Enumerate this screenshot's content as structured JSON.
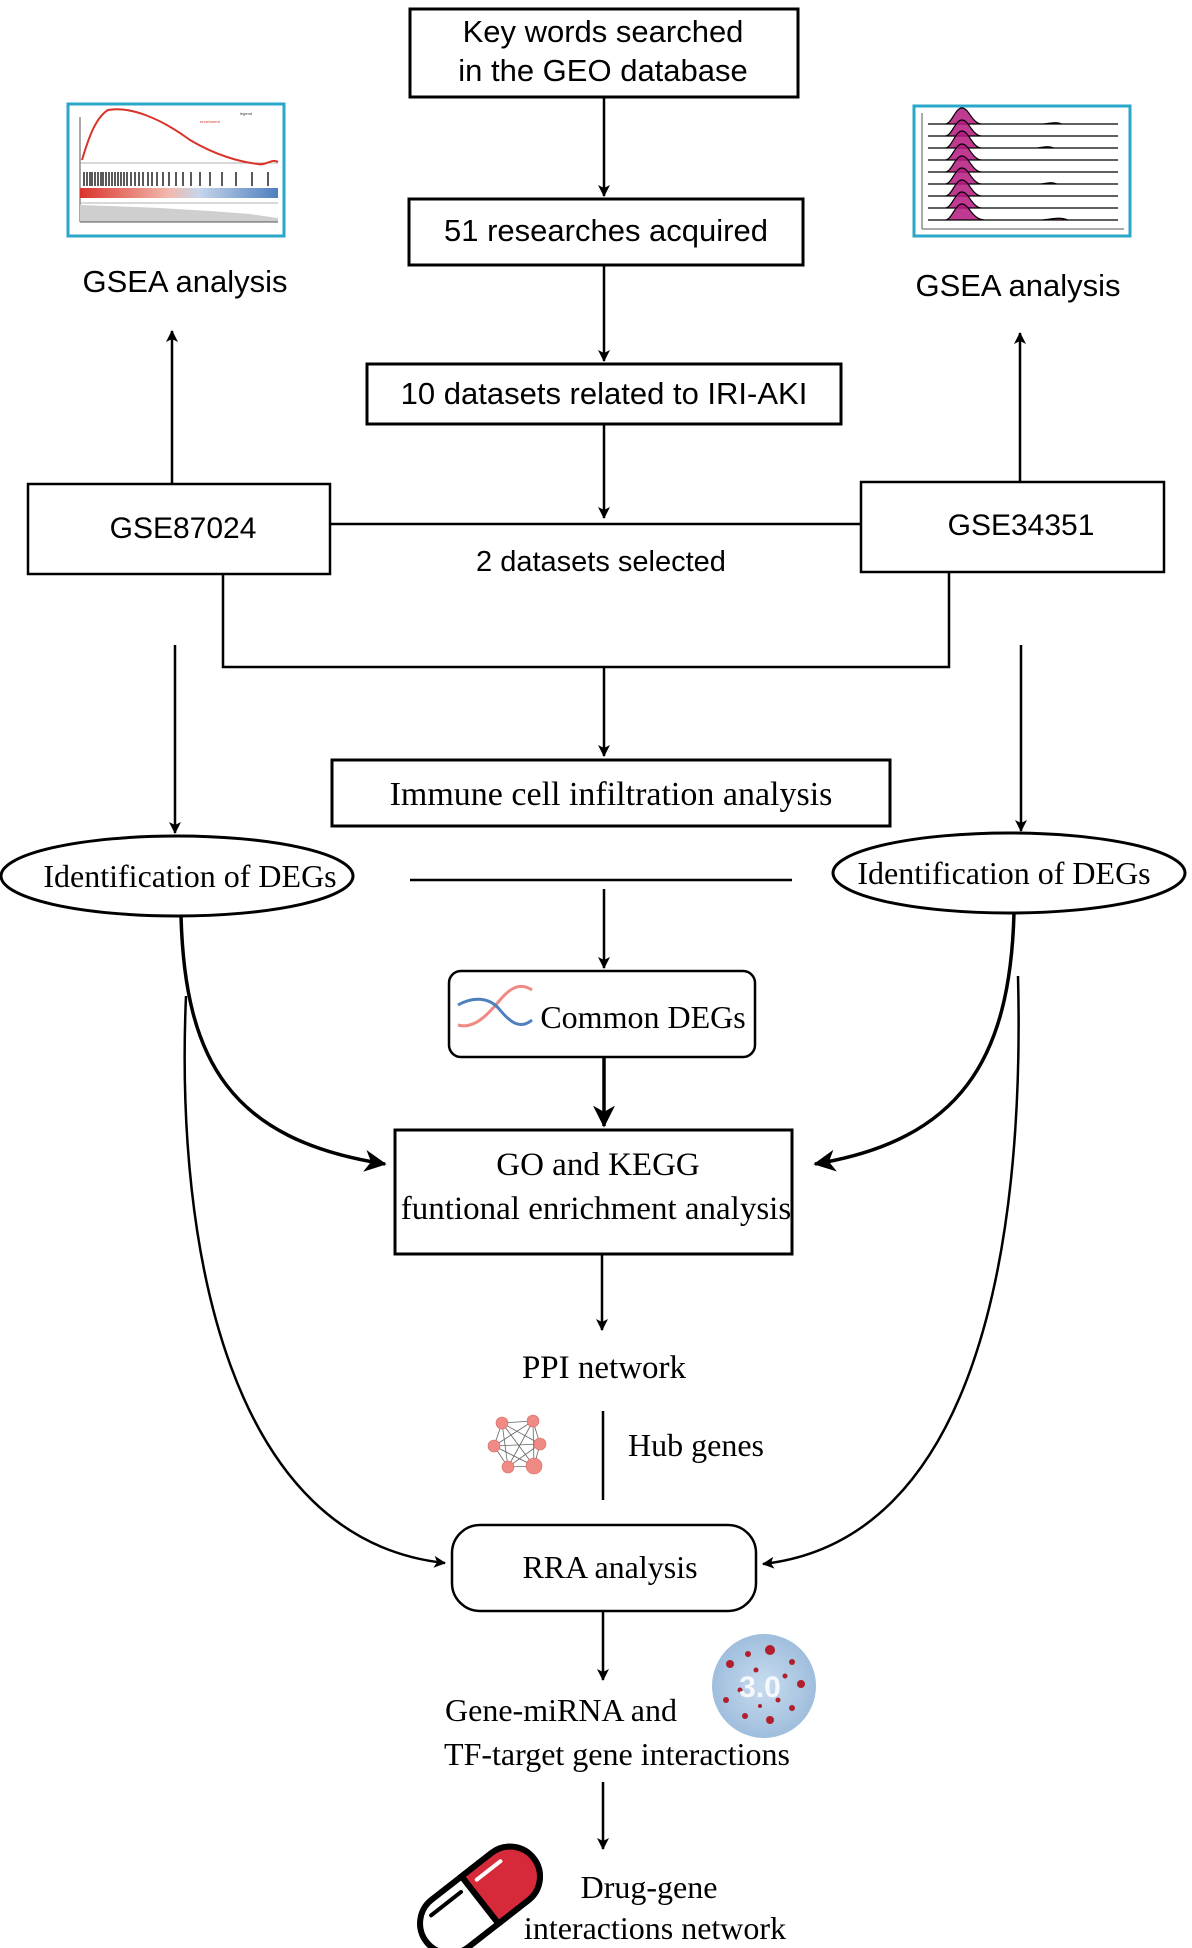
{
  "nodes": {
    "geo_search": {
      "line1": "Key words searched",
      "line2": "in the GEO database"
    },
    "researches": "51 researches acquired",
    "datasets": "10 datasets related to IRI-AKI",
    "gse_left": "GSE87024",
    "gse_right": "GSE34351",
    "selected": "2 datasets  selected",
    "gsea_left": "GSEA analysis",
    "gsea_right": "GSEA analysis",
    "immune": "Immune cell infiltration analysis",
    "deg_left": "Identification of DEGs",
    "deg_right": "Identification of DEGs",
    "common_degs": "Common DEGs",
    "go_kegg": {
      "line1": "GO and  KEGG",
      "line2": "funtional enrichment analysis"
    },
    "ppi": "PPI  network",
    "hub_genes": "Hub genes",
    "rra": "RRA analysis",
    "gene_mirna": {
      "line1": "Gene-miRNA and",
      "line2": "TF-target gene interactions"
    },
    "drug_gene": {
      "line1": "Drug-gene",
      "line2": "interactions network"
    }
  },
  "icons": {
    "gsea_plot": "gsea-enrichment-plot-thumbnail",
    "ridge_plot": "ridge-plot-thumbnail",
    "dna": "dna-helix-icon",
    "network": "ppi-network-icon",
    "badge_label": "3.0",
    "pill": "capsule-pill-icon"
  },
  "colors": {
    "stroke": "#000000",
    "thumb_border": "#2aa7c9",
    "gsea_curve": "#d9342b",
    "ridge_fill": "#b5177f",
    "pill_red": "#d62a3a",
    "node_pink": "#f08a84",
    "badge_blue": "#a9c9e6",
    "badge_dot": "#b01f2b"
  }
}
